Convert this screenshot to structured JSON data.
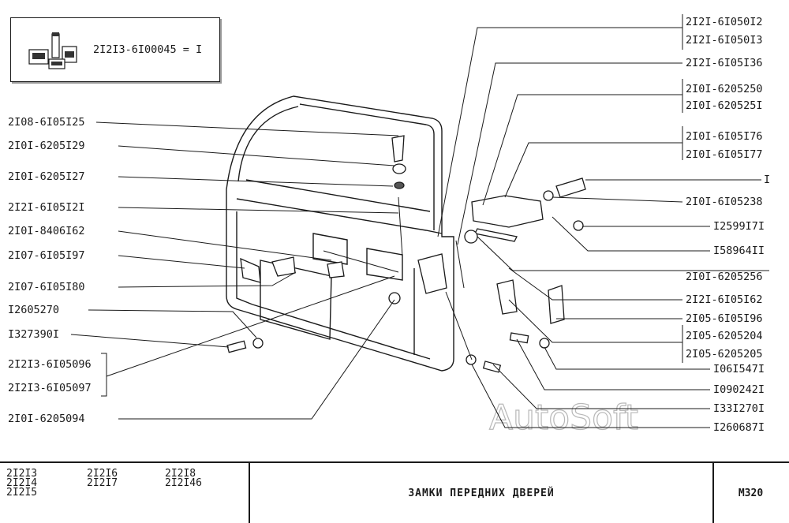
{
  "legend": {
    "text": "2I2I3-6I00045 = I",
    "icon": "lubricant-kit-icon"
  },
  "left_labels": [
    "2I08-6I05I25",
    "2I0I-6205I29",
    "2I0I-6205I27",
    "2I2I-6I05I2I",
    "2I0I-8406I62",
    "2I07-6I05I97",
    "2I07-6I05I80",
    "I2605270",
    "I327390I",
    "2I2I3-6I05096",
    "2I2I3-6I05097",
    "2I0I-6205094"
  ],
  "right_labels": [
    "2I2I-6I050I2",
    "2I2I-6I050I3",
    "2I2I-6I05I36",
    "2I0I-6205250",
    "2I0I-620525I",
    "2I0I-6I05I76",
    "2I0I-6I05I77",
    "I",
    "2I0I-6I05238",
    "I2599I7I",
    "I58964II",
    "2I0I-6205256",
    "2I2I-6I05I62",
    "2I05-6I05I96",
    "2I05-6205204",
    "2I05-6205205",
    "I06I547I",
    "I090242I",
    "I33I270I",
    "I260687I"
  ],
  "watermark": "AutoSoft",
  "footer": {
    "models": [
      "2I2I3",
      "2I2I4",
      "2I2I5",
      "2I2I6",
      "2I2I7",
      "2I2I8",
      "2I2I46"
    ],
    "title": "ЗАМКИ  ПЕРЕДНИХ  ДВЕРЕЙ",
    "code": "M320"
  }
}
